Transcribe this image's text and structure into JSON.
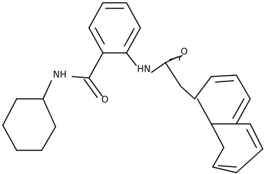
{
  "molecule": {
    "atoms": {
      "nh_left": "NH",
      "o_amide_left": "O",
      "nh_right": "HN",
      "o_amide_right": "O"
    },
    "colors": {
      "bond": "#000000",
      "label": "#000000",
      "background": "#ffffff"
    }
  }
}
